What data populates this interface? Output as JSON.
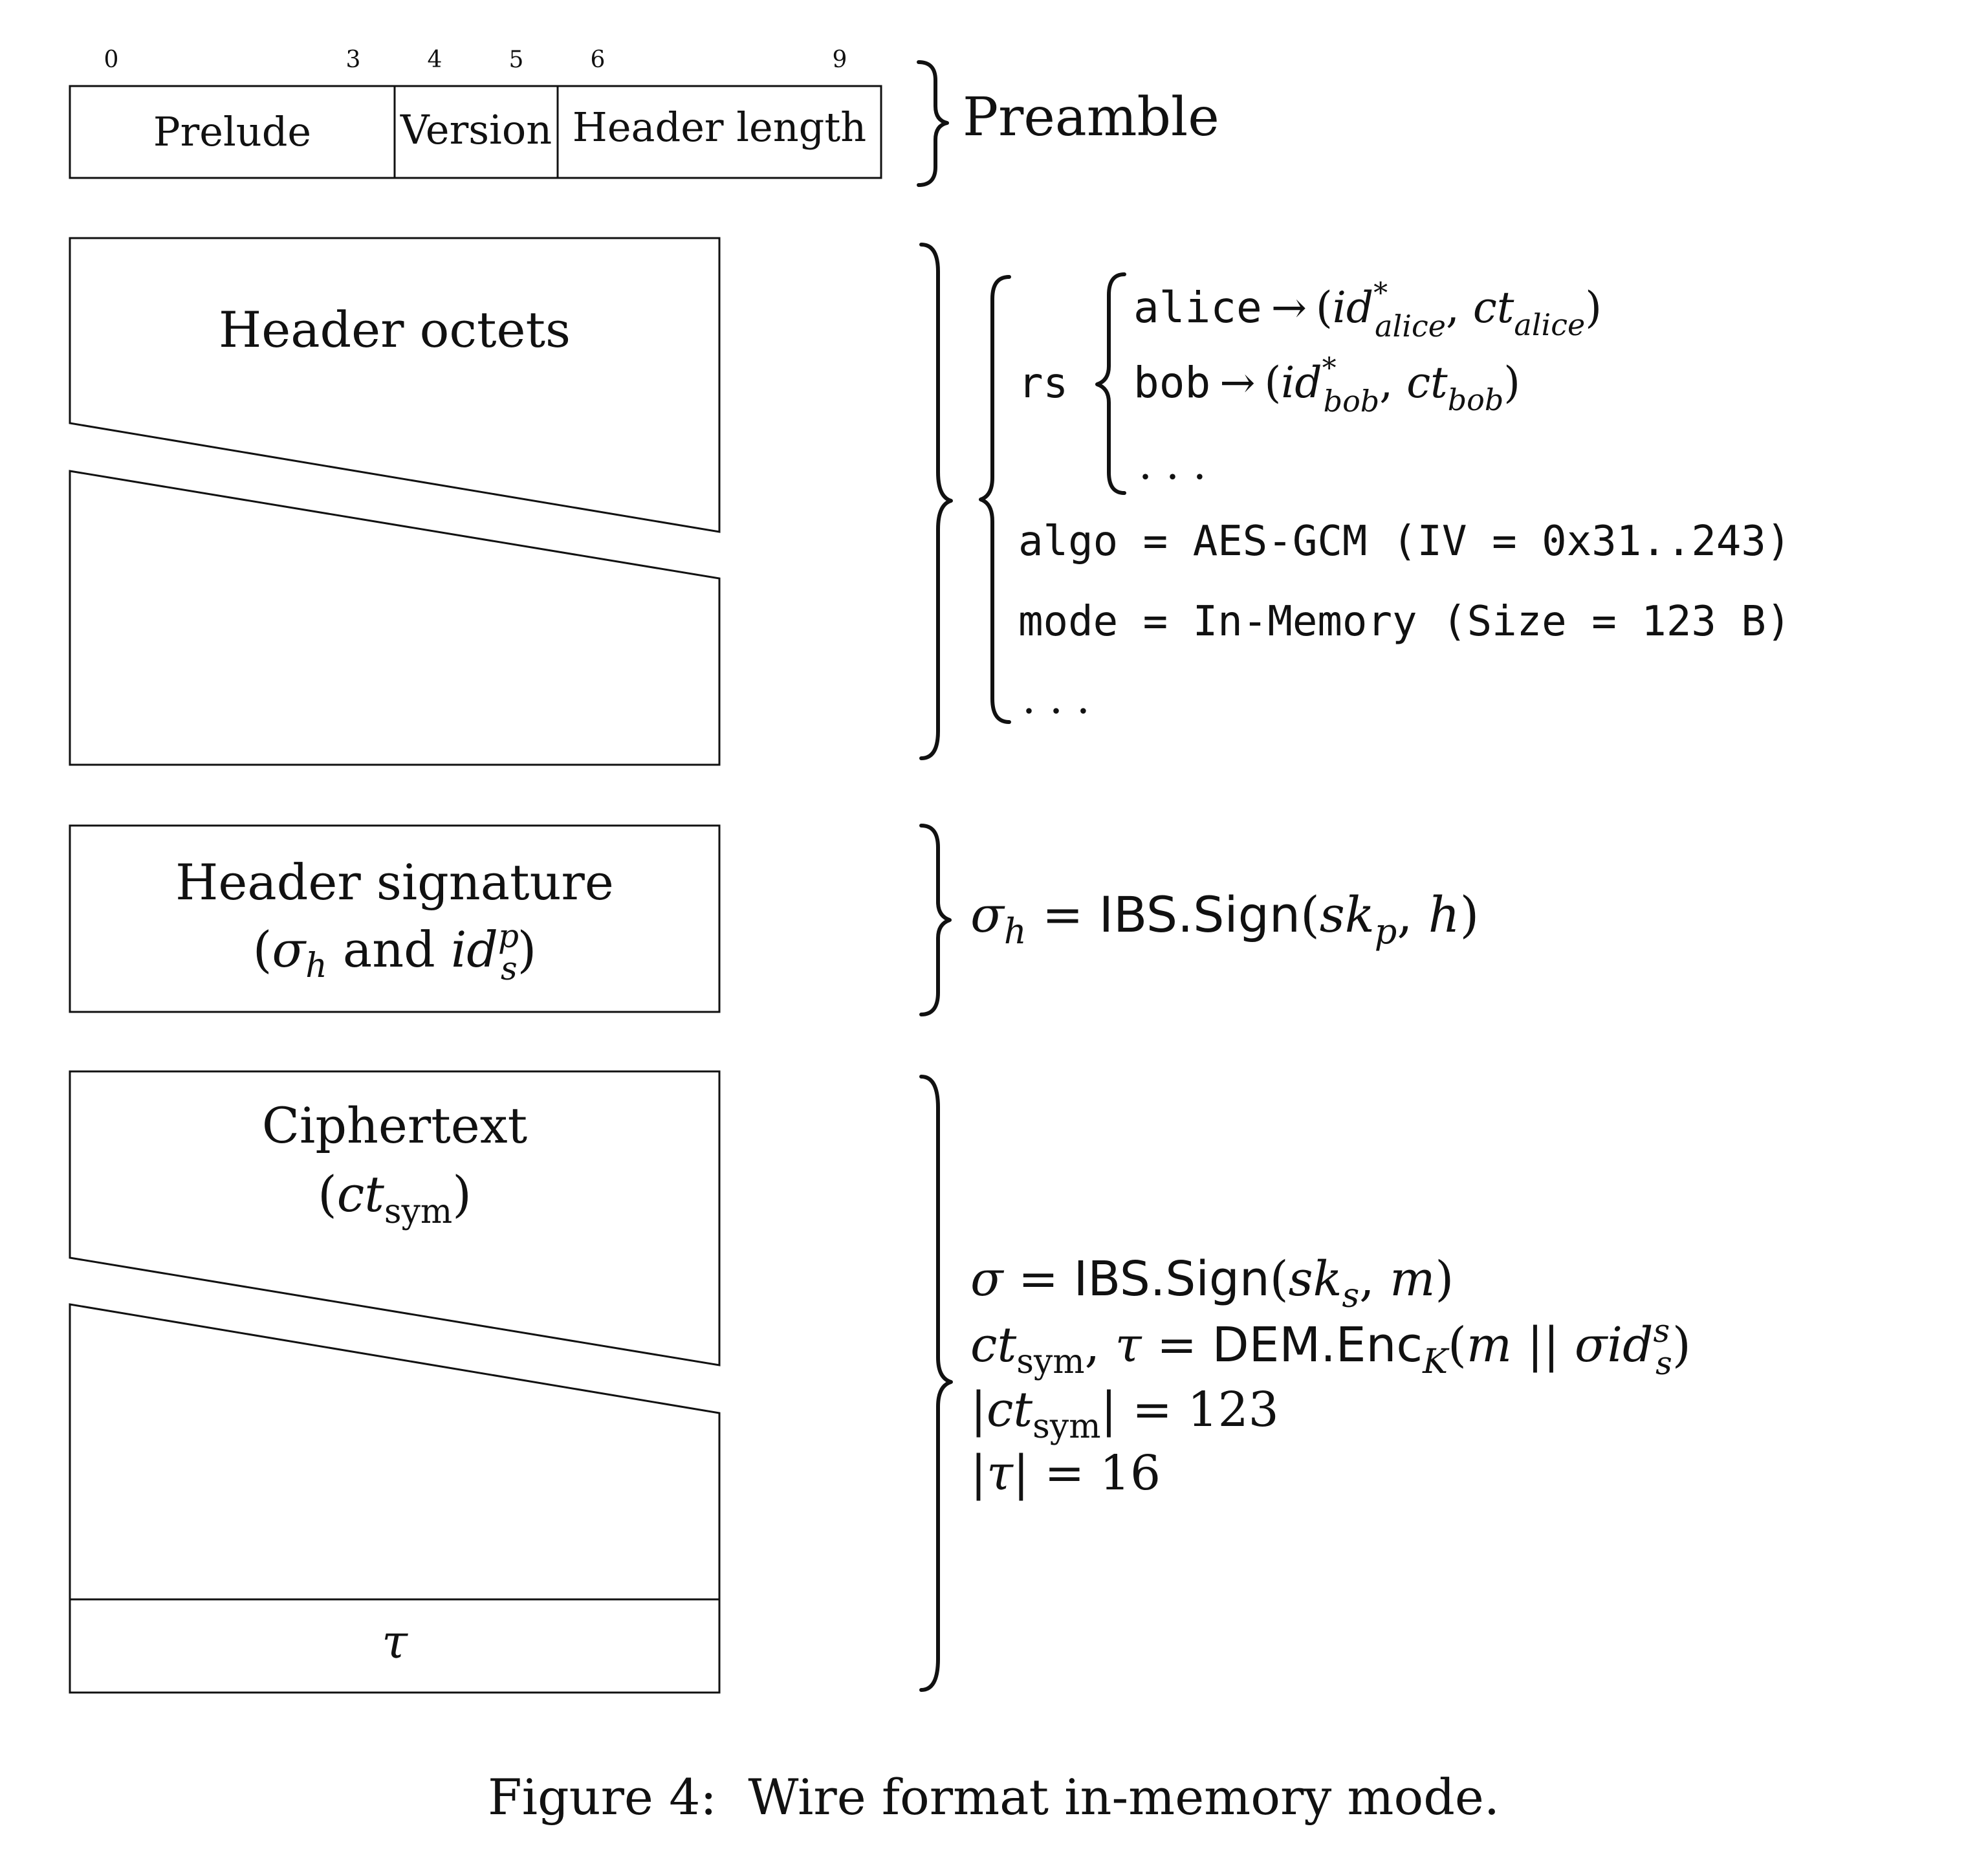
{
  "preamble": {
    "byte_ticks": [
      "0",
      "3",
      "4",
      "5",
      "6",
      "9"
    ],
    "fields": [
      "Prelude",
      "Version",
      "Header length"
    ],
    "label": "Preamble"
  },
  "header": {
    "title": "Header octets",
    "rs_key": "rs",
    "recipients": [
      {
        "name": "alice",
        "arrow": "→",
        "open": "(",
        "id": "id",
        "star": "*",
        "id_sub": "alice",
        "comma": ", ",
        "ct": "ct",
        "ct_sub": "alice",
        "close": ")"
      },
      {
        "name": "bob",
        "arrow": "→",
        "open": "(",
        "id": "id",
        "star": "*",
        "id_sub": "bob",
        "comma": ", ",
        "ct": "ct",
        "ct_sub": "bob",
        "close": ")"
      }
    ],
    "recipients_more": ". . .",
    "algo_line": "algo = AES-GCM (IV = 0x31..243)",
    "mode_line": "mode = In-Memory (Size = 123 B)",
    "more": ". . ."
  },
  "signature": {
    "title": "Header signature",
    "sub_open": "(",
    "sub_sigma": "σ",
    "sub_h": "h",
    "sub_and": " and ",
    "sub_id": "id",
    "sub_p": "p",
    "sub_s": "s",
    "sub_close": ")",
    "formula": {
      "sigma": "σ",
      "sub": "h",
      "eq": " = ",
      "fn": "IBS.Sign",
      "open": "(",
      "sk": "sk",
      "sk_sub": "p",
      "comma": ", ",
      "arg": "h",
      "close": ")"
    }
  },
  "ciphertext": {
    "title": "Ciphertext",
    "sub_open": "(",
    "sub_ct": "ct",
    "sub_sym": "sym",
    "sub_close": ")",
    "tag": "τ",
    "formulas": {
      "line1": {
        "sigma": "σ",
        "eq": " = ",
        "fn": "IBS.Sign",
        "open": "(",
        "sk": "sk",
        "sk_sub": "s",
        "comma": ", ",
        "arg": "m",
        "close": ")"
      },
      "line2": {
        "ct": "ct",
        "sym": "sym",
        "comma": ", ",
        "tau": "τ",
        "eq": " = ",
        "fn": "DEM.Enc",
        "fn_sub": "K",
        "open": "(",
        "m": "m",
        "concat": " || ",
        "sigma": "σ",
        "id": "id",
        "id_sup": "s",
        "id_sub": "s",
        "close": ")"
      },
      "line3": {
        "bar1": "|",
        "ct": "ct",
        "sym": "sym",
        "bar2": "|",
        "eq": " = ",
        "val": "123"
      },
      "line4": {
        "bar1": "|",
        "tau": "τ",
        "bar2": "|",
        "eq": " = ",
        "val": "16"
      }
    }
  },
  "caption": "Figure 4:  Wire format in-memory mode."
}
